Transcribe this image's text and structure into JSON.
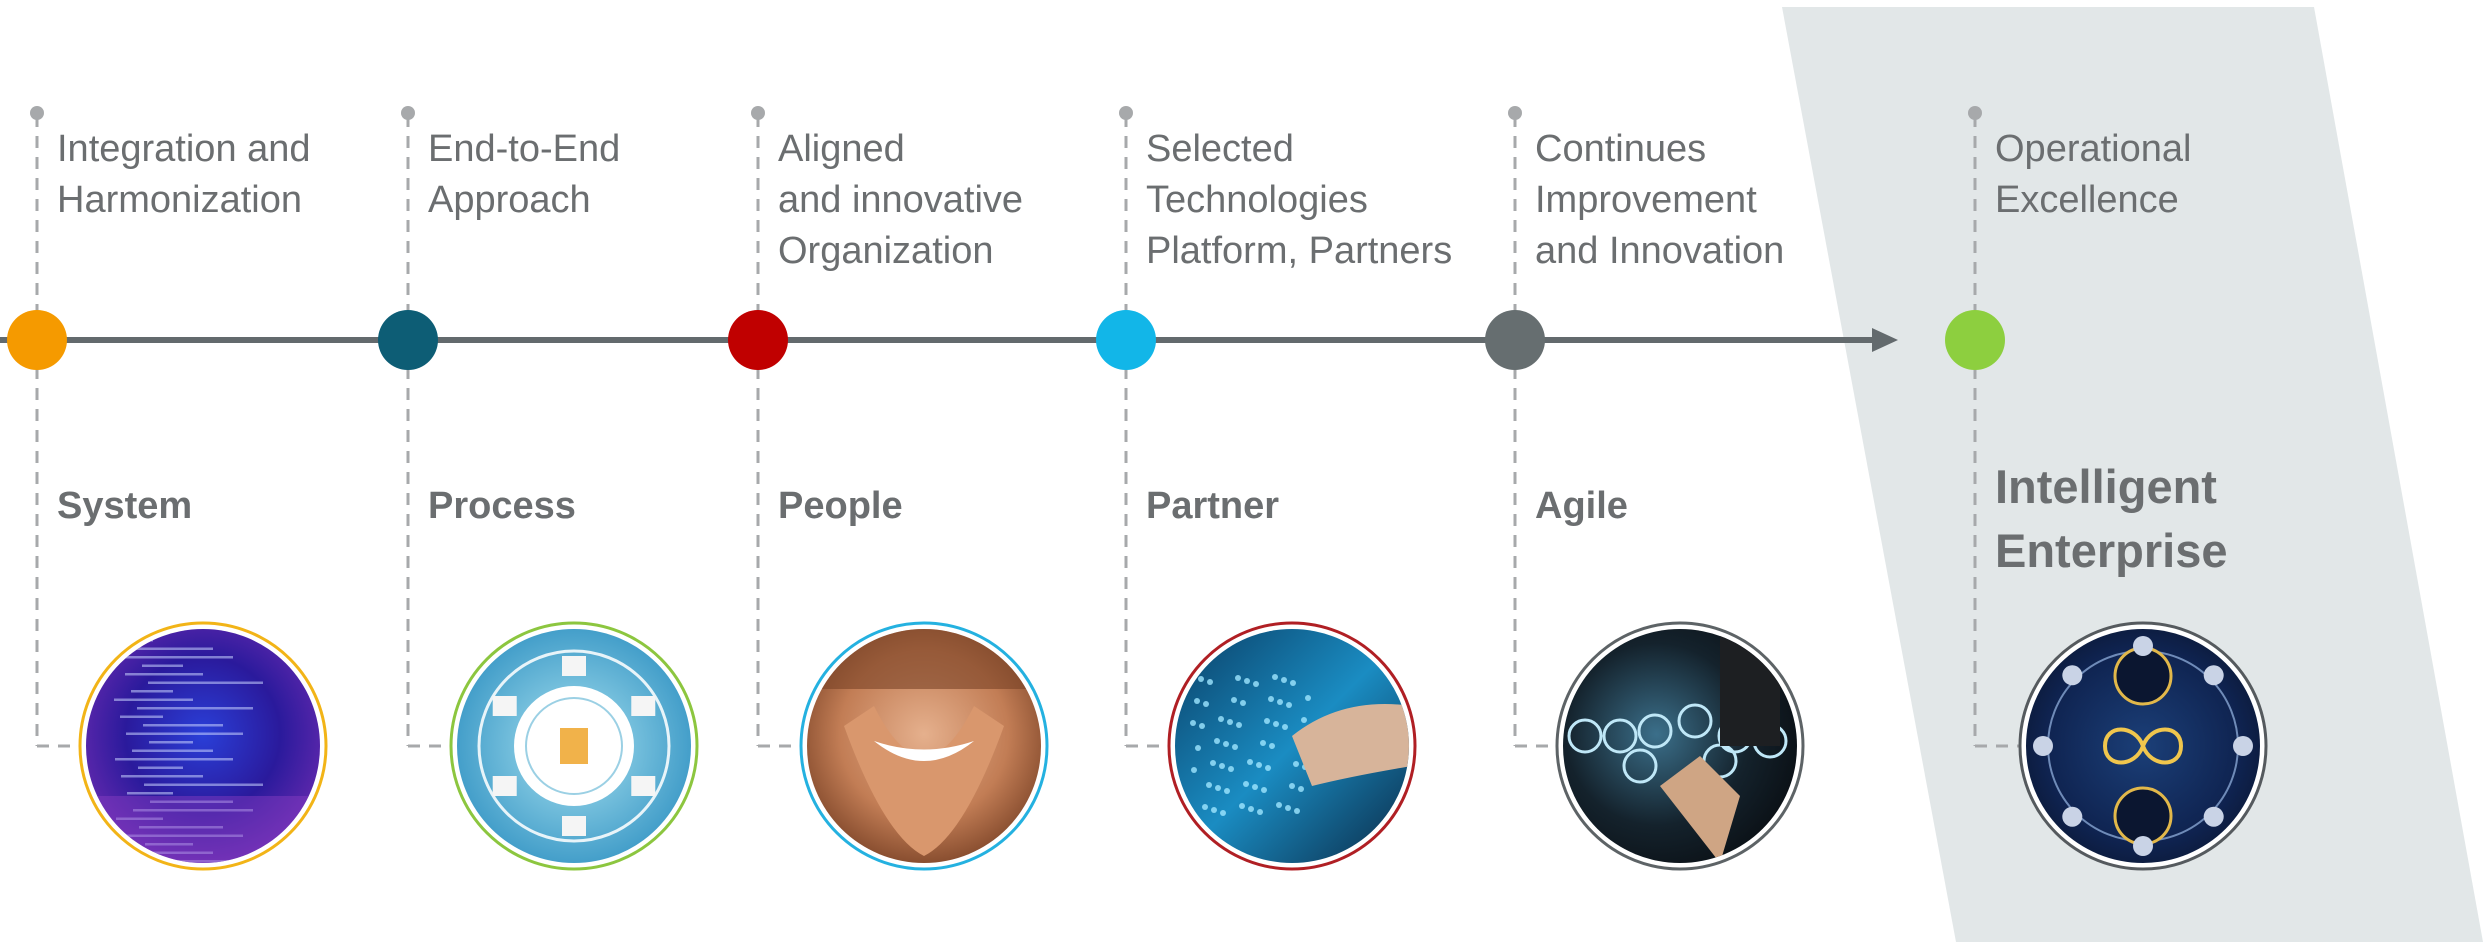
{
  "colors": {
    "timeline": "#636a6d",
    "dash": "#a7a9ab",
    "text": "#6b6e70",
    "highlight_band": "#e2e7e8"
  },
  "steps": [
    {
      "caption": "Integration and\nHarmonization",
      "label": "System",
      "dot_color": "#f59a00",
      "ring_color": "#f2b417",
      "image": "code-matrix"
    },
    {
      "caption": "End-to-End\nApproach",
      "label": "Process",
      "dot_color": "#0d5d75",
      "ring_color": "#8cc63f",
      "image": "process-wheel"
    },
    {
      "caption": "Aligned\nand innovative\nOrganization",
      "label": "People",
      "dot_color": "#c00000",
      "ring_color": "#24b1e0",
      "image": "heart-hands"
    },
    {
      "caption": "Selected\nTechnologies\nPlatform, Partners",
      "label": "Partner",
      "dot_color": "#12b6e8",
      "ring_color": "#b01f24",
      "image": "digital-handshake"
    },
    {
      "caption": "Continues\nImprovement\nand Innovation",
      "label": "Agile",
      "dot_color": "#666e70",
      "ring_color": "#5d6366",
      "image": "touch-network"
    }
  ],
  "final": {
    "caption": "Operational\nExcellence",
    "label": "Intelligent\nEnterprise",
    "dot_color": "#8dcf3f",
    "ring_color": "#555a5e",
    "image": "intelligent-enterprise-wheel"
  }
}
